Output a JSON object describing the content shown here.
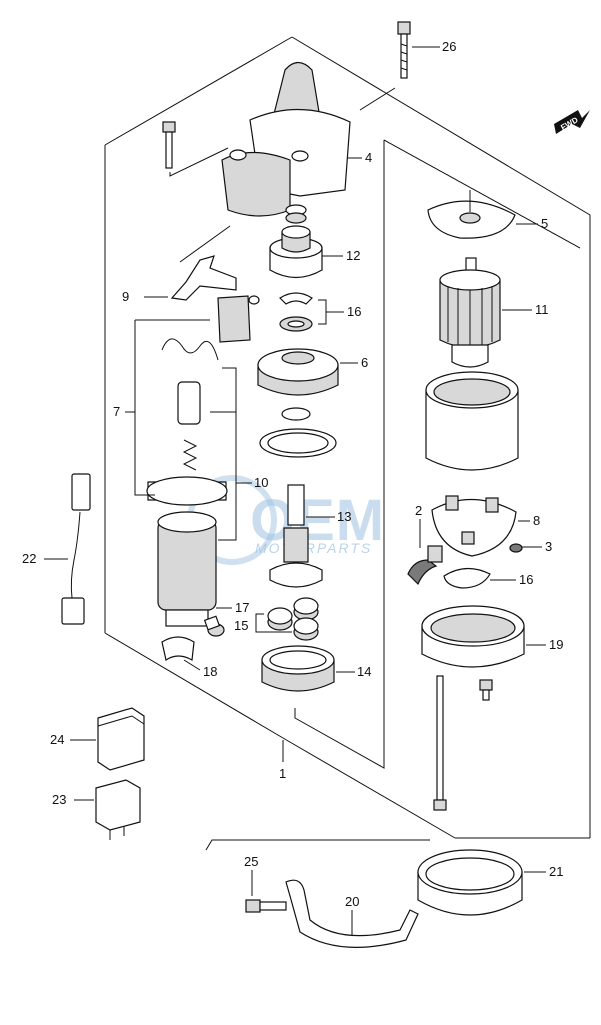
{
  "callouts": {
    "c1": "1",
    "c2": "2",
    "c3": "3",
    "c4": "4",
    "c5": "5",
    "c6": "6",
    "c7": "7",
    "c8": "8",
    "c9": "9",
    "c10": "10",
    "c11": "11",
    "c12": "12",
    "c13": "13",
    "c14": "14",
    "c15": "15",
    "c16a": "16",
    "c16b": "16",
    "c17": "17",
    "c18": "18",
    "c19": "19",
    "c20": "20",
    "c21": "21",
    "c22": "22",
    "c23": "23",
    "c24": "24",
    "c25": "25",
    "c26": "26"
  },
  "fwd_label": "FWD",
  "watermark": {
    "main": "OEM",
    "sub": "MOTORPARTS"
  },
  "colors": {
    "line": "#111111",
    "watermark": "#9fc3e3"
  }
}
